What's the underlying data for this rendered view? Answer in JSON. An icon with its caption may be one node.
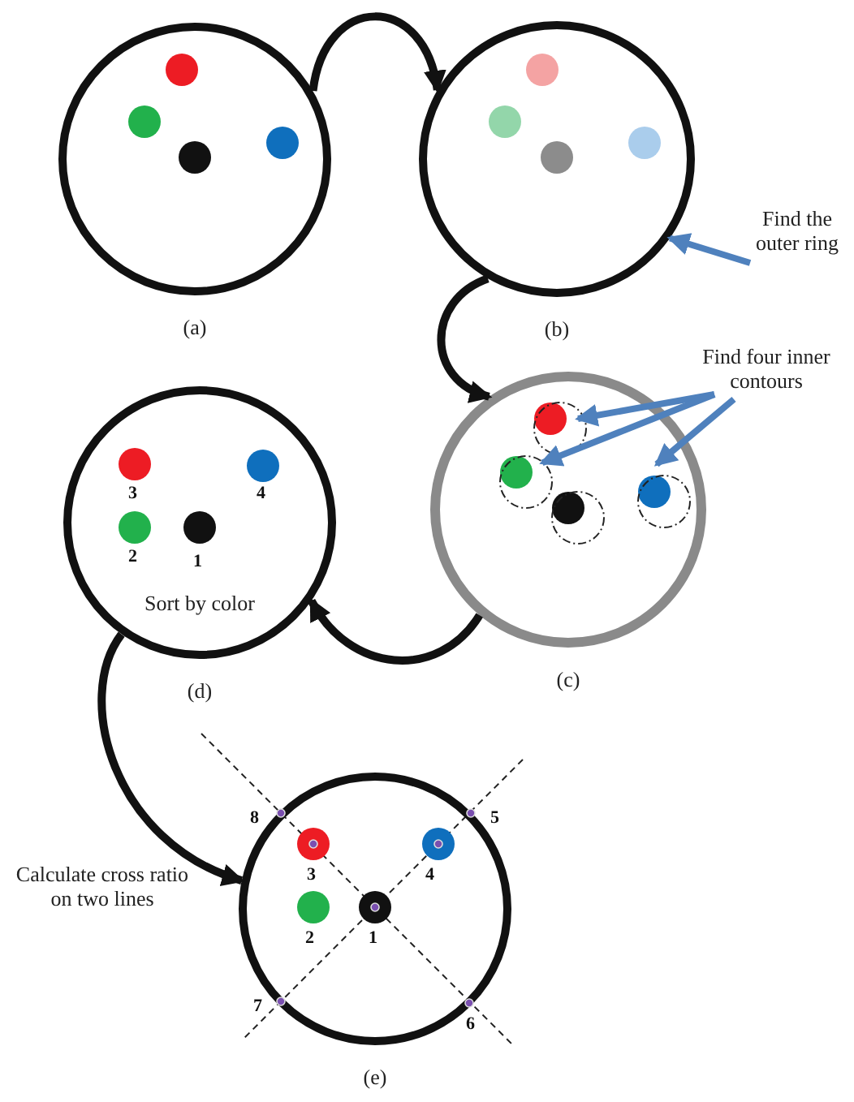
{
  "diagram": {
    "nodes": [
      {
        "text": [],
        "shape": "circle",
        "beside": [
          "(a)"
        ]
      },
      {
        "text": [],
        "shape": "circle",
        "beside": [
          "(b)"
        ]
      },
      {
        "text": [
          "Find the outer ring"
        ]
      },
      {
        "text": [],
        "shape": "circle",
        "beside": [
          "(c)"
        ]
      },
      {
        "text": [
          "Find four inner contours"
        ]
      },
      {
        "text": [],
        "shape": "circle",
        "in": 3
      },
      {
        "text": [],
        "shape": "circle",
        "in": 3
      },
      {
        "text": [],
        "shape": "circle",
        "in": 3
      },
      {
        "text": [],
        "shape": "circle",
        "in": 3
      },
      {
        "text": [
          "Sort by color"
        ],
        "beside": [
          "(d)"
        ]
      },
      {
        "text": [],
        "shape": "circle",
        "beside": [
          "(e)"
        ]
      }
    ],
    "edges": [
      {
        "from": 0,
        "to": 1,
        "arrow": "to"
      },
      {
        "from": 2,
        "to": 1,
        "arrow": "to",
        "color": "#4f81bd"
      },
      {
        "from": 1,
        "to": 3,
        "arrow": "to"
      },
      {
        "from": 4,
        "to": 5,
        "arrow": "to",
        "color": "#4f81bd"
      },
      {
        "from": 4,
        "to": 6,
        "arrow": "to",
        "color": "#4f81bd"
      },
      {
        "from": 4,
        "to": 8,
        "arrow": "to",
        "color": "#4f81bd"
      },
      {
        "from": 3,
        "to": 9,
        "arrow": "to"
      },
      {
        "from": 9,
        "to": 10,
        "arrow": "to"
      }
    ],
    "labels": [
      "3",
      "4",
      "2",
      "1",
      "8",
      "5",
      "Calculate cross ratio on two lines",
      "3",
      "4",
      "2",
      "1",
      "7",
      "6"
    ]
  }
}
